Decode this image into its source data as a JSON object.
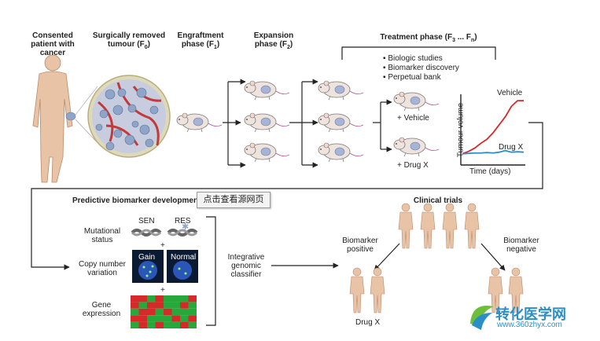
{
  "top_row": {
    "patient_label": "Consented patient with cancer",
    "tumour_label": "Surgically removed tumour (F",
    "tumour_sub": "0",
    "engraft_label": "Engraftment phase (F",
    "engraft_sub": "1",
    "expansion_label": "Expansion phase (F",
    "expansion_sub": "2",
    "treatment_label": "Treatment phase (F",
    "treatment_sub_a": "3",
    "treatment_mid": " ... F",
    "treatment_sub_b": "n",
    "treatment_close": ")",
    "close_paren": ")",
    "bullets": [
      "Biologic studies",
      "Biomarker discovery",
      "Perpetual bank"
    ],
    "vehicle_arm": "+ Vehicle",
    "drug_arm": "+ Drug X"
  },
  "chart_data": {
    "type": "line",
    "ylabel": "Tumour volume",
    "xlabel": "Time (days)",
    "grid": false,
    "series": [
      {
        "name": "Vehicle",
        "color": "#d42a2a",
        "x": [
          0,
          1,
          2,
          3,
          4,
          5,
          6,
          7,
          8,
          9,
          10
        ],
        "y": [
          1,
          1.3,
          1.7,
          2.3,
          2.8,
          3.6,
          4.6,
          5.6,
          6.9,
          7.6,
          7.6
        ]
      },
      {
        "name": "Drug X",
        "color": "#2a8fc7",
        "x": [
          0,
          1,
          2,
          3,
          4,
          5,
          6,
          7,
          8,
          9,
          10
        ],
        "y": [
          1,
          1.05,
          1.1,
          1.1,
          1.15,
          1.1,
          1.2,
          1.4,
          1.2,
          1.25,
          1.2
        ]
      }
    ],
    "xlim": [
      0,
      10
    ],
    "ylim": [
      0,
      8
    ]
  },
  "biomarker": {
    "title": "Predictive biomarker development",
    "tooltip": "点击查看源网页",
    "sen": "SEN",
    "res": "RES",
    "mutational": "Mutational status",
    "copy_number": "Copy number variation",
    "gain": "Gain",
    "normal": "Normal",
    "gene_expr": "Gene expression",
    "plus": "+",
    "classifier": "Integrative genomic classifier"
  },
  "clinical": {
    "title": "Clinical trials",
    "positive": "Biomarker positive",
    "negative": "Biomarker negative",
    "drug_label": "Drug X"
  },
  "watermark": {
    "brand": "转化医学网",
    "url": "www.360zhyx.com"
  },
  "colors": {
    "skin": "#e9c3a6",
    "skin_stroke": "#b98a6a",
    "mouse": "#efe3de",
    "tumour_blue": "#8fa4c9",
    "vessel_red": "#c23a3a",
    "heat_red": "#d42a2a",
    "heat_green": "#27a83a"
  }
}
